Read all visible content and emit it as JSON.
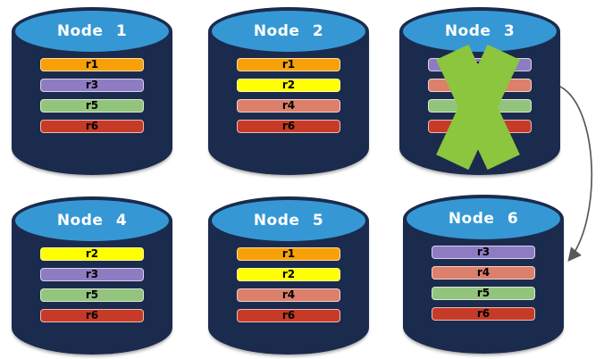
{
  "colors": {
    "cylinder-body": "#1B2B4D",
    "cylinder-top": "#3598D4",
    "cross": "#8CC63E",
    "arrow": "#595959"
  },
  "nodes": [
    {
      "name": "Node 1",
      "failed": false,
      "bars": [
        {
          "label": "r1",
          "color": "#F7A008"
        },
        {
          "label": "r3",
          "color": "#8E7CC3"
        },
        {
          "label": "r5",
          "color": "#93C47D"
        },
        {
          "label": "r6",
          "color": "#C53B27"
        }
      ]
    },
    {
      "name": "Node 2",
      "failed": false,
      "bars": [
        {
          "label": "r1",
          "color": "#F7A008"
        },
        {
          "label": "r2",
          "color": "#FFFF00"
        },
        {
          "label": "r4",
          "color": "#DC7F6B"
        },
        {
          "label": "r6",
          "color": "#C53B27"
        }
      ]
    },
    {
      "name": "Node 3",
      "failed": true,
      "bars": [
        {
          "label": "r3",
          "color": "#8E7CC3"
        },
        {
          "label": "",
          "color": "#DC7F6B"
        },
        {
          "label": "",
          "color": "#93C47D"
        },
        {
          "label": "",
          "color": "#C53B27"
        }
      ]
    },
    {
      "name": "Node 4",
      "failed": false,
      "bars": [
        {
          "label": "r2",
          "color": "#FFFF00"
        },
        {
          "label": "r3",
          "color": "#8E7CC3"
        },
        {
          "label": "r5",
          "color": "#93C47D"
        },
        {
          "label": "r6",
          "color": "#C53B27"
        }
      ]
    },
    {
      "name": "Node 5",
      "failed": false,
      "bars": [
        {
          "label": "r1",
          "color": "#F7A008"
        },
        {
          "label": "r2",
          "color": "#FFFF00"
        },
        {
          "label": "r4",
          "color": "#DC7F6B"
        },
        {
          "label": "r6",
          "color": "#C53B27"
        }
      ]
    },
    {
      "name": "Node 6",
      "failed": false,
      "bars": [
        {
          "label": "r3",
          "color": "#8E7CC3"
        },
        {
          "label": "r4",
          "color": "#DC7F6B"
        },
        {
          "label": "r5",
          "color": "#93C47D"
        },
        {
          "label": "r6",
          "color": "#C53B27"
        }
      ]
    }
  ],
  "failure_mark": {
    "node": "Node 3",
    "shape": "x-cross",
    "color": "#8CC63E"
  },
  "arrow": {
    "from": "Node 3",
    "to": "Node 6",
    "color": "#595959"
  }
}
